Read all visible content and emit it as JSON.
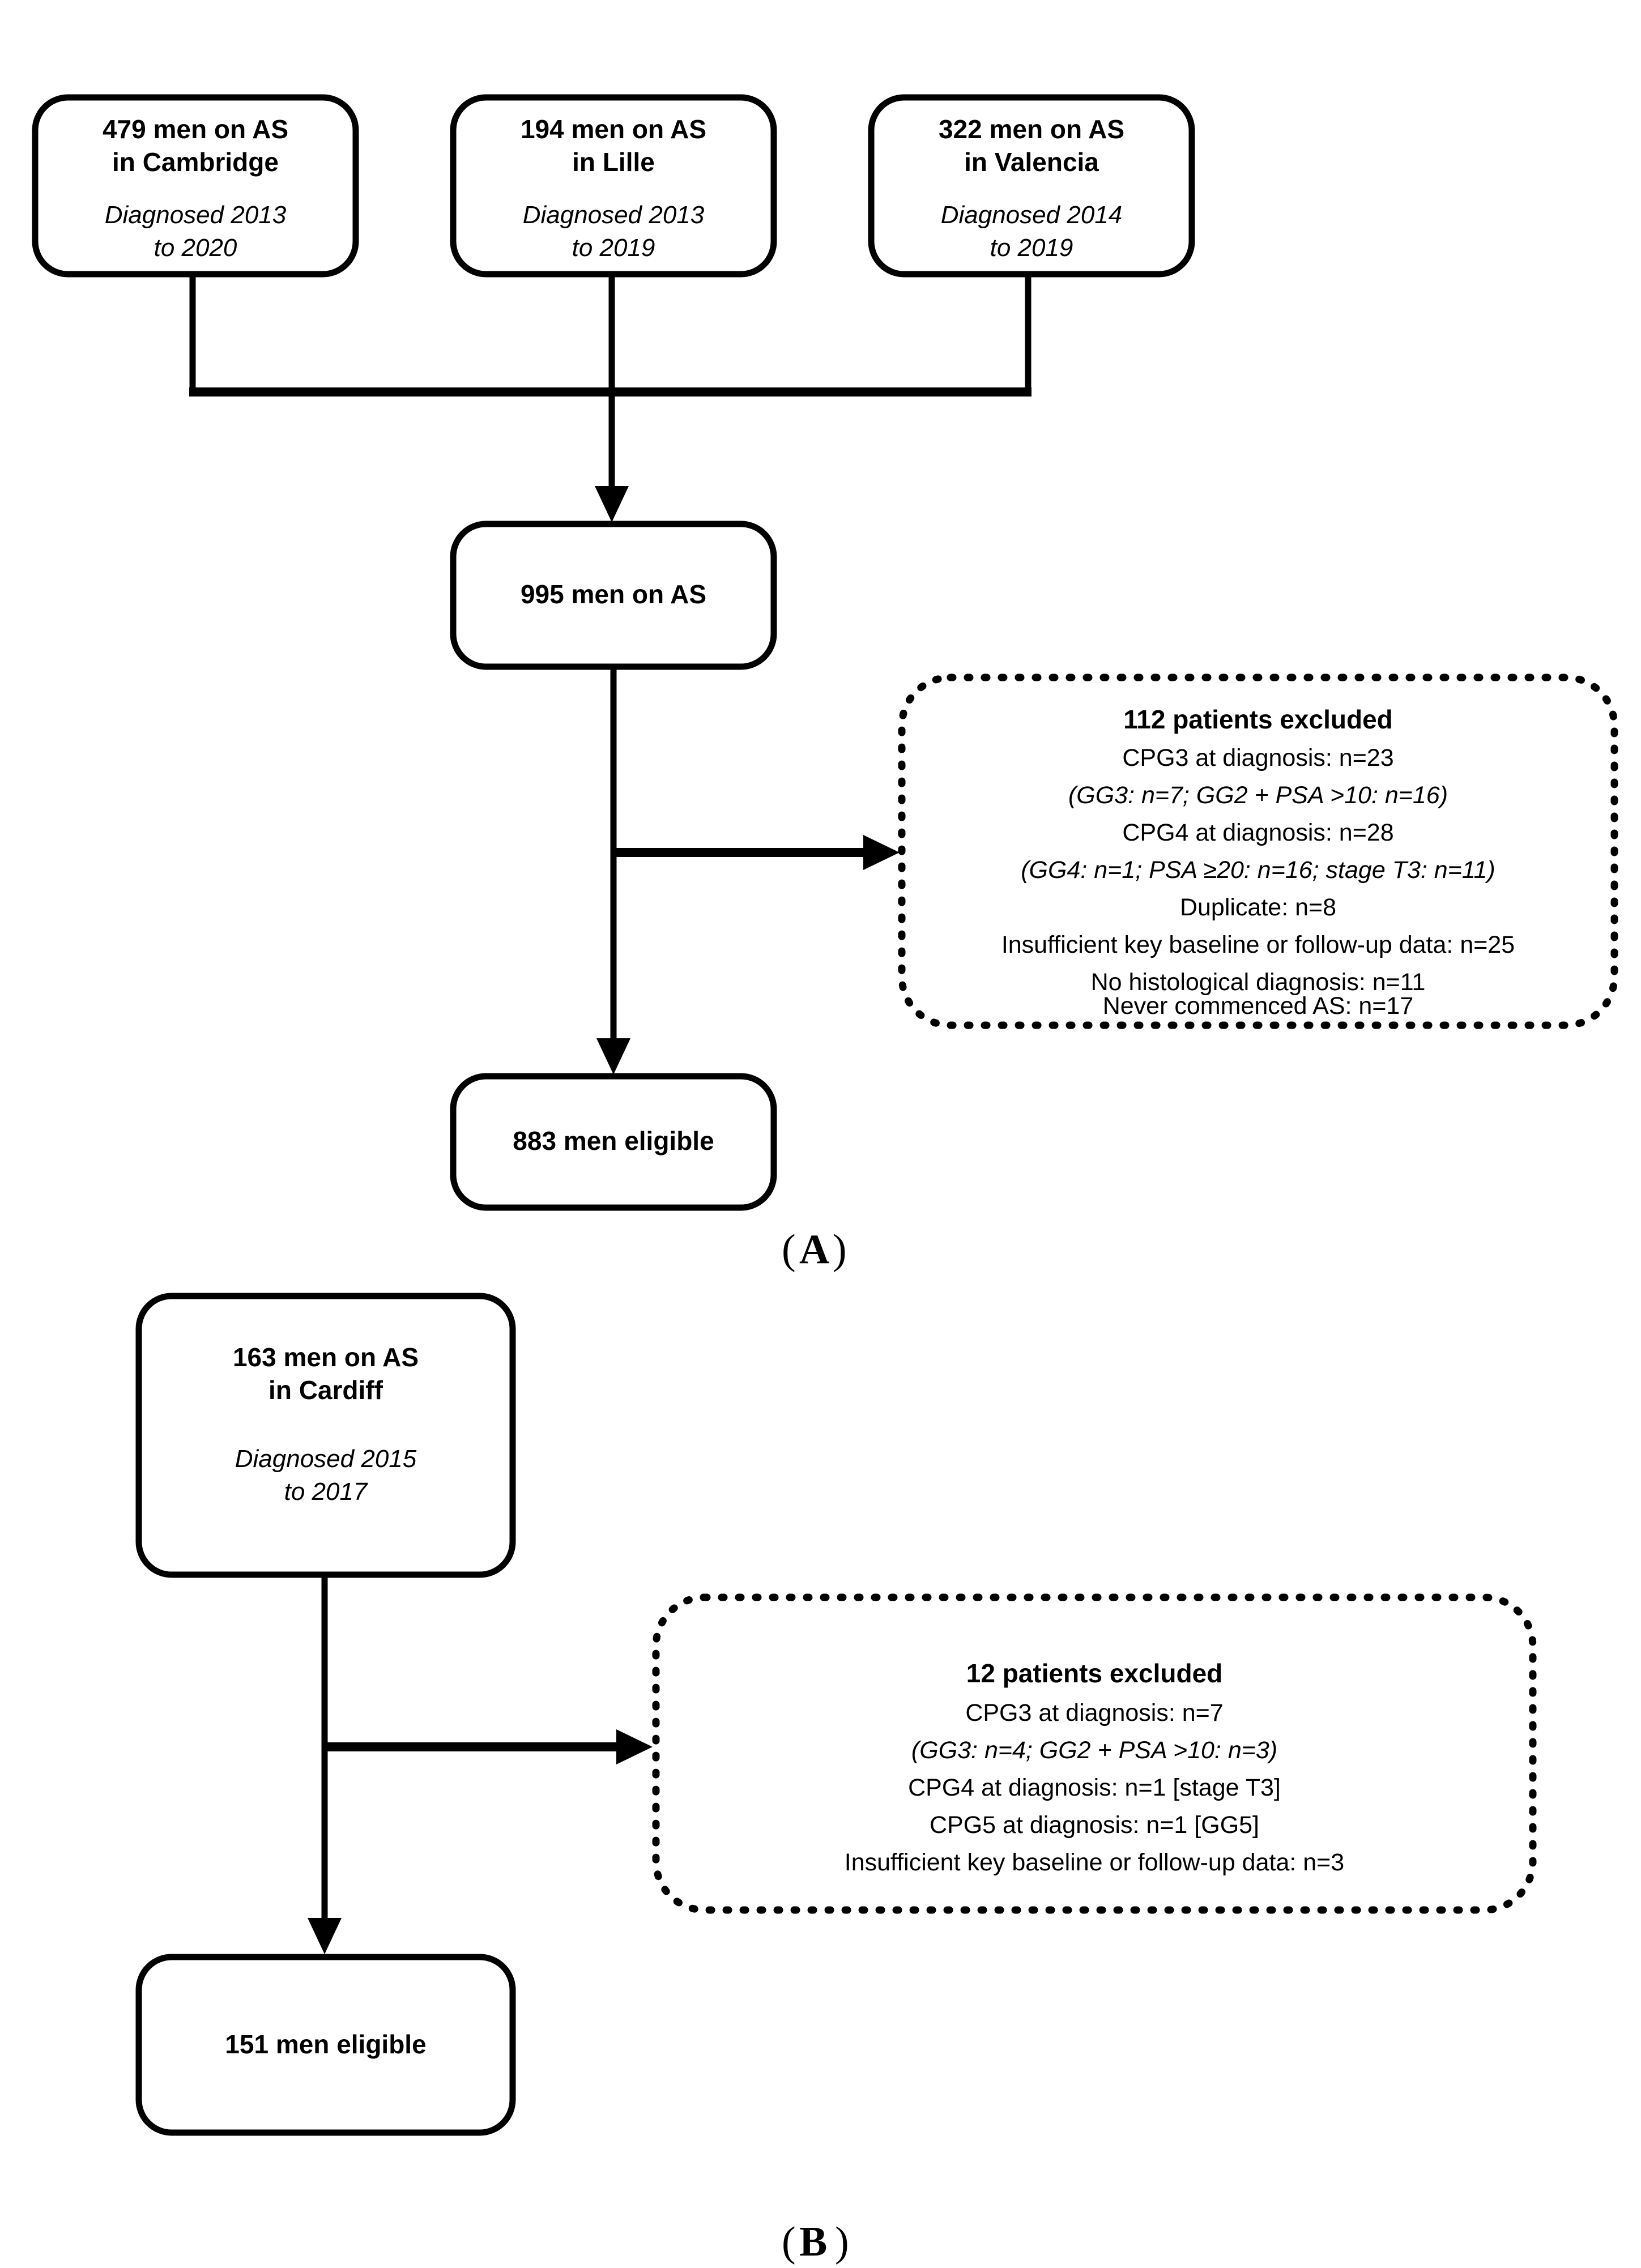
{
  "figure": {
    "type": "flowchart",
    "description": "Patient selection flow diagram for men on active surveillance"
  },
  "panels": [
    {
      "id": "panel-a",
      "label_prefix": "(",
      "label_letter": "A",
      "label_suffix": ")",
      "label": "(A)",
      "sources": [
        {
          "id": "cambridge",
          "title": "479 men on AS",
          "title_line2": "in Cambridge",
          "subtitle_line1": "Diagnosed 2013",
          "subtitle_line2": "to 2020",
          "count": 479,
          "site": "Cambridge",
          "diagnosed_from": 2013,
          "diagnosed_to": 2020
        },
        {
          "id": "lille",
          "title": "194 men on AS",
          "title_line2": "in Lille",
          "subtitle_line1": "Diagnosed 2013",
          "subtitle_line2": "to 2019",
          "count": 194,
          "site": "Lille",
          "diagnosed_from": 2013,
          "diagnosed_to": 2019
        },
        {
          "id": "valencia",
          "title": "322 men on AS",
          "title_line2": "in Valencia",
          "subtitle_line1": "Diagnosed 2014",
          "subtitle_line2": "to 2019",
          "count": 322,
          "site": "Valencia",
          "diagnosed_from": 2014,
          "diagnosed_to": 2019
        }
      ],
      "pooled": {
        "id": "pooled-995",
        "label": "995 men on AS",
        "count": 995
      },
      "exclusions": {
        "id": "excluded-112",
        "heading": "112 patients excluded",
        "count": 112,
        "lines": [
          {
            "text": "CPG3 at diagnosis: n=23",
            "italic": false,
            "n": 23
          },
          {
            "text": "(GG3: n=7; GG2 + PSA >10: n=16)",
            "italic": true
          },
          {
            "text": "CPG4 at diagnosis: n=28",
            "italic": false,
            "n": 28
          },
          {
            "text": "(GG4: n=1; PSA ≥20: n=16; stage T3: n=11)",
            "italic": true
          },
          {
            "text": "Duplicate: n=8",
            "italic": false,
            "n": 8
          },
          {
            "text": "Insufficient key baseline or follow-up data: n=25",
            "italic": false,
            "n": 25
          },
          {
            "text": "No histological diagnosis: n=11",
            "italic": false,
            "n": 11
          },
          {
            "text": "Never commenced AS: n=17",
            "italic": false,
            "n": 17
          }
        ]
      },
      "eligible": {
        "id": "eligible-883",
        "label": "883 men eligible",
        "count": 883
      }
    },
    {
      "id": "panel-b",
      "label_prefix": "(",
      "label_letter": "B",
      "label_suffix": ")",
      "label": "(B)",
      "sources": [
        {
          "id": "cardiff",
          "title": "163 men on AS",
          "title_line2": "in Cardiff",
          "subtitle_line1": "Diagnosed 2015",
          "subtitle_line2": "to 2017",
          "count": 163,
          "site": "Cardiff",
          "diagnosed_from": 2015,
          "diagnosed_to": 2017
        }
      ],
      "exclusions": {
        "id": "excluded-12",
        "heading": "12 patients excluded",
        "count": 12,
        "lines": [
          {
            "text": "CPG3 at diagnosis: n=7",
            "italic": false,
            "n": 7
          },
          {
            "text": "(GG3: n=4; GG2 + PSA >10: n=3)",
            "italic": true
          },
          {
            "text": "CPG4 at diagnosis: n=1 [stage T3]",
            "italic": false,
            "n": 1
          },
          {
            "text": "CPG5 at diagnosis: n=1 [GG5]",
            "italic": false,
            "n": 1
          },
          {
            "text": "Insufficient key baseline or follow-up data: n=3",
            "italic": false,
            "n": 3
          }
        ]
      },
      "eligible": {
        "id": "eligible-151",
        "label": "151 men eligible",
        "count": 151
      }
    }
  ],
  "colors": {
    "stroke": "#000000",
    "fill": "#ffffff",
    "text": "#000000"
  }
}
